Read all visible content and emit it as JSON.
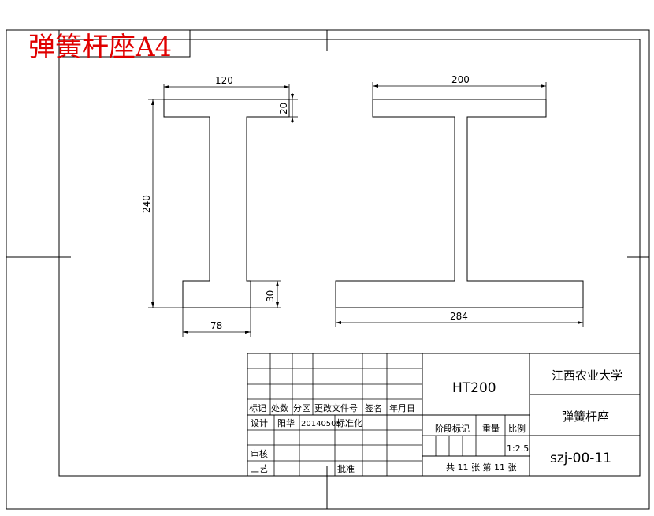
{
  "sheet_title": "弹簧杆座A4",
  "left_section": {
    "dim_top_width": "120",
    "dim_top_thickness": "20",
    "dim_height": "240",
    "dim_bottom_thickness": "30",
    "dim_bottom_width": "78"
  },
  "right_section": {
    "dim_top_width": "200",
    "dim_bottom_width": "284"
  },
  "title_block": {
    "material": "HT200",
    "school": "江西农业大学",
    "part_name": "弹簧杆座",
    "drawing_no": "szj-00-11",
    "scale_value": "1:2.5",
    "sheets": "共 11 张 第 11 张",
    "headers": [
      "标记",
      "处数",
      "分区",
      "更改文件号",
      "签名",
      "年月日"
    ],
    "design_label": "设计",
    "designer": "阳华",
    "design_date": "20140505",
    "standardize_label": "标准化",
    "review_label": "审核",
    "process_label": "工艺",
    "approve_label": "批准",
    "stage_mark_label": "阶段标记",
    "weight_label": "重量",
    "scale_label": "比例"
  }
}
